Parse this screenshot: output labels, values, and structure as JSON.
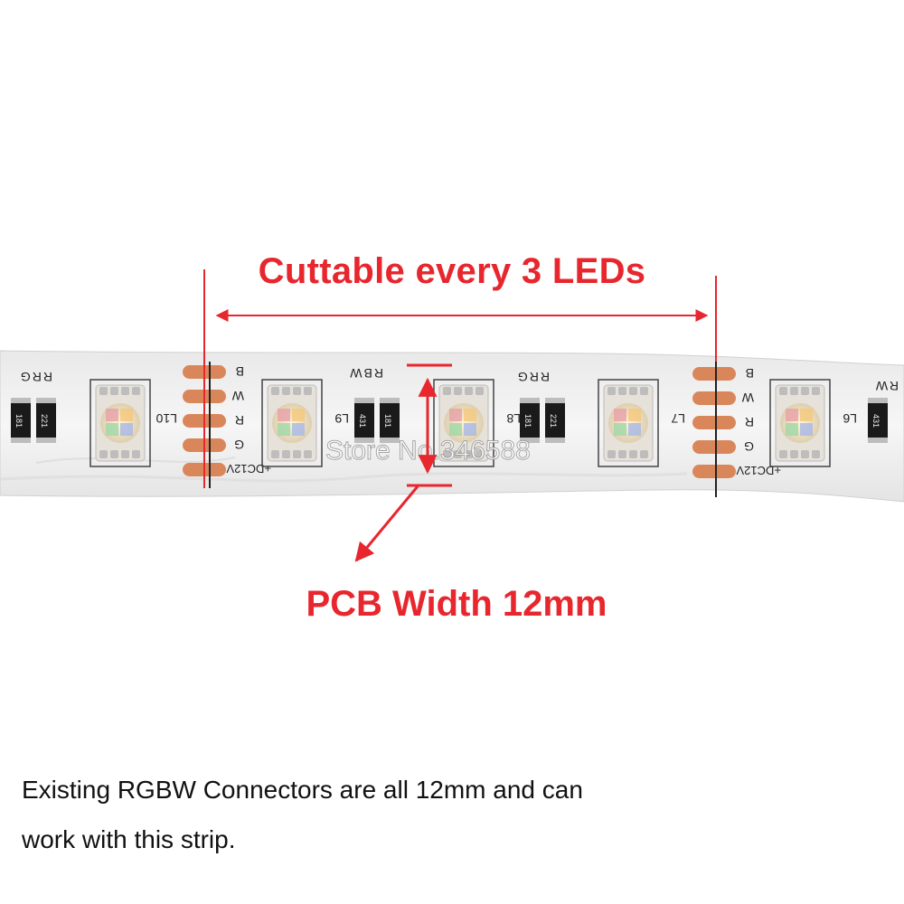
{
  "annotations": {
    "cut_label": "Cuttable every 3 LEDs",
    "pcb_label": "PCB Width 12mm",
    "caption_line1": "Existing RGBW Connectors are all 12mm and can",
    "caption_line2": "work with this strip."
  },
  "watermark": "Store No.346588",
  "silkscreen": {
    "pads": [
      "B",
      "W",
      "R",
      "G",
      "+DC12V"
    ],
    "led_labels": [
      "L10",
      "L9",
      "L8",
      "L7",
      "L6"
    ],
    "channel_labels": [
      "RRG",
      "RBW",
      "RRG",
      "RW"
    ],
    "resistor_codes": [
      "181",
      "221",
      "431",
      "181",
      "181",
      "221",
      "431"
    ]
  },
  "colors": {
    "annotation_red": "#e8262e",
    "strip_white": "#f2f2f2",
    "copper_pad": "#d9875a",
    "led_warm": "#f4c87a",
    "led_pink": "#e8a0a8",
    "led_green": "#9ed8a8",
    "led_blue": "#a8b8e8"
  }
}
